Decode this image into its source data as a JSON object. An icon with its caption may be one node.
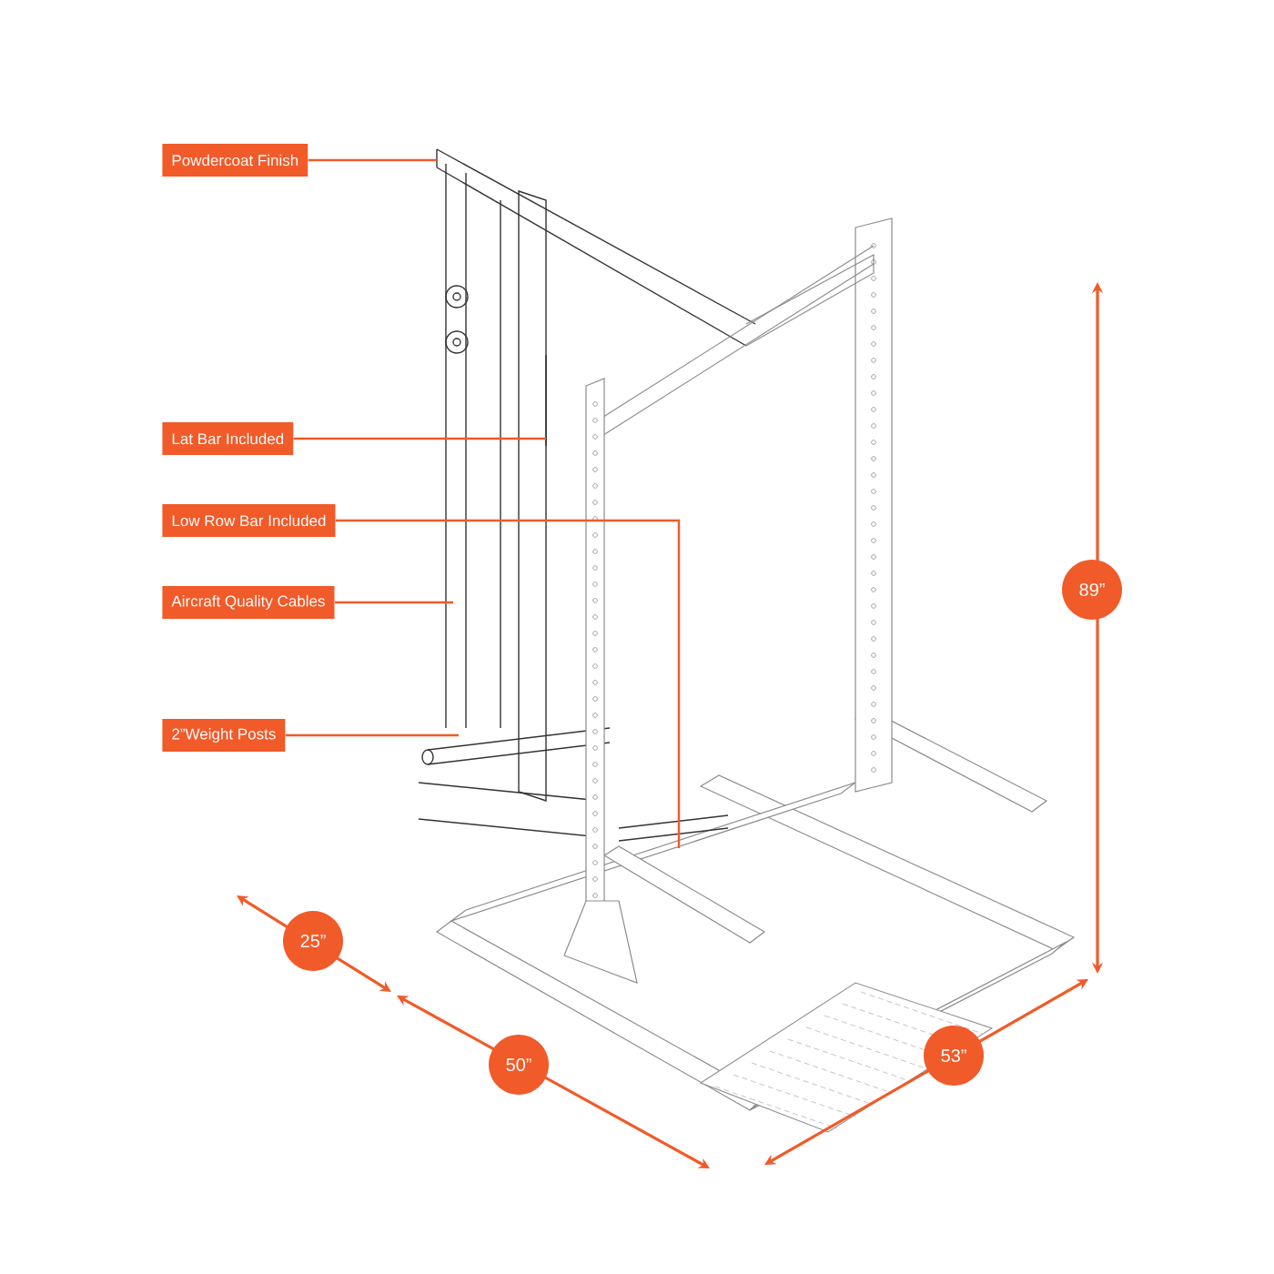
{
  "diagram": {
    "nodes": [
      {
        "text": [
          "Powdercoat Finish"
        ]
      },
      {
        "text": [
          "Lat Bar Included"
        ]
      },
      {
        "text": [
          "Low Row Bar Included"
        ]
      },
      {
        "text": [
          "Aircraft Quality Cables"
        ]
      },
      {
        "text": [
          "2”Weight Posts"
        ]
      },
      {
        "text": [
          "89”"
        ]
      },
      {
        "text": [
          "25”"
        ]
      },
      {
        "text": [
          "50”"
        ]
      },
      {
        "text": [
          "53”"
        ]
      }
    ],
    "edges": [
      {
        "from": 0,
        "to": null,
        "arrow": "none"
      },
      {
        "from": 1,
        "to": null,
        "arrow": "none"
      },
      {
        "from": 2,
        "to": null,
        "arrow": "none"
      },
      {
        "from": 3,
        "to": null,
        "arrow": "none"
      },
      {
        "from": 4,
        "to": null,
        "arrow": "none"
      }
    ]
  }
}
